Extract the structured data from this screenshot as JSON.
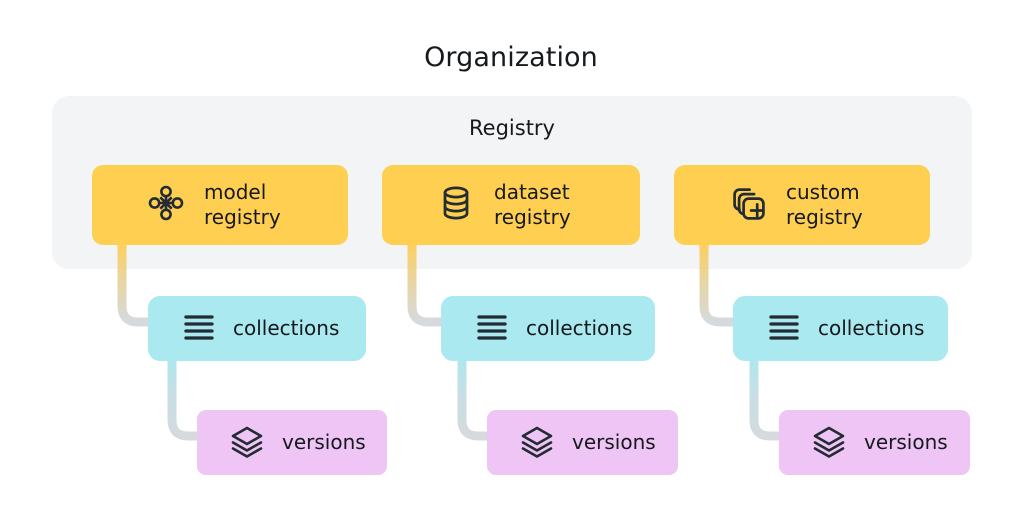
{
  "diagram": {
    "title": "Organization",
    "panel": {
      "title": "Registry"
    },
    "colors": {
      "background": "#ffffff",
      "panel": "#f3f4f6",
      "registry_card": "#ffcf52",
      "collections_card": "#a9e9ef",
      "versions_card": "#eec5f5",
      "text": "#16191d",
      "icon": "#232b33",
      "connector_fade": "#d6dade"
    },
    "columns": [
      {
        "registry": {
          "label": "model\nregistry",
          "icon": "network-nodes-icon"
        },
        "collections": {
          "label": "collections",
          "icon": "list-lines-icon"
        },
        "versions": {
          "label": "versions",
          "icon": "layers-stack-icon"
        }
      },
      {
        "registry": {
          "label": "dataset\nregistry",
          "icon": "database-cylinder-icon"
        },
        "collections": {
          "label": "collections",
          "icon": "list-lines-icon"
        },
        "versions": {
          "label": "versions",
          "icon": "layers-stack-icon"
        }
      },
      {
        "registry": {
          "label": "custom\nregistry",
          "icon": "copy-stack-plus-icon"
        },
        "collections": {
          "label": "collections",
          "icon": "list-lines-icon"
        },
        "versions": {
          "label": "versions",
          "icon": "layers-stack-icon"
        }
      }
    ]
  }
}
